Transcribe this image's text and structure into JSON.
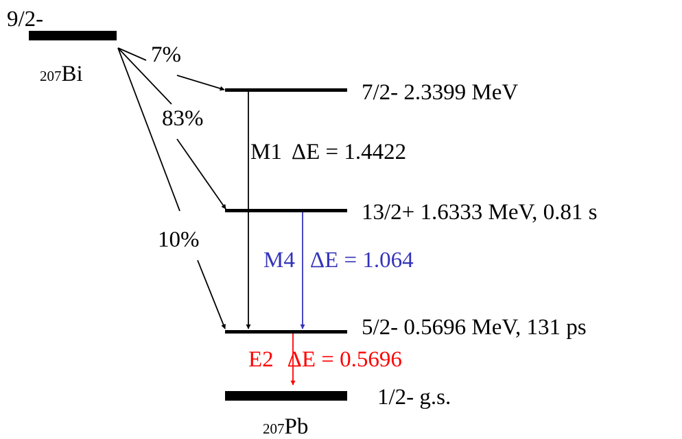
{
  "parent": {
    "spin": "9/2-",
    "mass_number": "207",
    "element": "Bi"
  },
  "branches": [
    {
      "percent": "7%",
      "to_level": "7/2- 2.3399 MeV"
    },
    {
      "percent": "83%",
      "to_level": "13/2+ 1.6333 MeV, 0.81 s"
    },
    {
      "percent": "10%",
      "to_level": "5/2- 0.5696 MeV, 131 ps"
    }
  ],
  "levels": [
    {
      "label": "7/2- 2.3399 MeV"
    },
    {
      "label": "13/2+ 1.6333 MeV, 0.81 s"
    },
    {
      "label": "5/2- 0.5696 MeV, 131 ps"
    },
    {
      "label": "1/2- g.s."
    }
  ],
  "transitions": [
    {
      "multipolarity": "M1",
      "energy_text": "ΔE = 1.4422",
      "color": "#000000"
    },
    {
      "multipolarity": "M4",
      "energy_text": "ΔE = 1.064",
      "color": "#3333bb"
    },
    {
      "multipolarity": "E2",
      "energy_text": "ΔE = 0.5696",
      "color": "#ff0000"
    }
  ],
  "daughter": {
    "mass_number": "207",
    "element": "Pb"
  }
}
